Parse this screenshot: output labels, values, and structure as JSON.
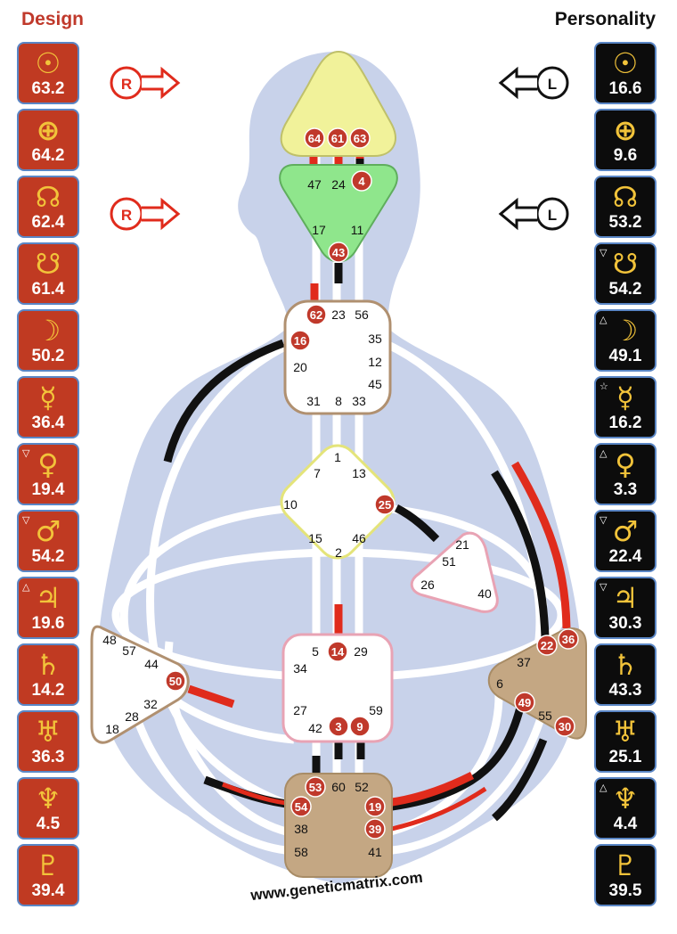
{
  "headers": {
    "design": "Design",
    "personality": "Personality"
  },
  "design": [
    {
      "icon": "sun-icon",
      "glyph": "☉",
      "value": "63.2",
      "mark": ""
    },
    {
      "icon": "earth-icon",
      "glyph": "⊕",
      "value": "64.2",
      "mark": ""
    },
    {
      "icon": "north-node-icon",
      "glyph": "☊",
      "value": "62.4",
      "mark": ""
    },
    {
      "icon": "south-node-icon",
      "glyph": "☋",
      "value": "61.4",
      "mark": ""
    },
    {
      "icon": "moon-icon",
      "glyph": "☽",
      "value": "50.2",
      "mark": ""
    },
    {
      "icon": "mercury-icon",
      "glyph": "☿",
      "value": "36.4",
      "mark": ""
    },
    {
      "icon": "venus-icon",
      "glyph": "♀",
      "value": "19.4",
      "mark": "▽"
    },
    {
      "icon": "mars-icon",
      "glyph": "♂",
      "value": "54.2",
      "mark": "▽"
    },
    {
      "icon": "jupiter-icon",
      "glyph": "♃",
      "value": "19.6",
      "mark": "△"
    },
    {
      "icon": "saturn-icon",
      "glyph": "♄",
      "value": "14.2",
      "mark": ""
    },
    {
      "icon": "uranus-icon",
      "glyph": "♅",
      "value": "36.3",
      "mark": ""
    },
    {
      "icon": "neptune-icon",
      "glyph": "♆",
      "value": "4.5",
      "mark": ""
    },
    {
      "icon": "pluto-icon",
      "glyph": "♇",
      "value": "39.4",
      "mark": ""
    }
  ],
  "personality": [
    {
      "icon": "sun-icon",
      "glyph": "☉",
      "value": "16.6",
      "mark": ""
    },
    {
      "icon": "earth-icon",
      "glyph": "⊕",
      "value": "9.6",
      "mark": ""
    },
    {
      "icon": "north-node-icon",
      "glyph": "☊",
      "value": "53.2",
      "mark": ""
    },
    {
      "icon": "south-node-icon",
      "glyph": "☋",
      "value": "54.2",
      "mark": "▽"
    },
    {
      "icon": "moon-icon",
      "glyph": "☽",
      "value": "49.1",
      "mark": "△"
    },
    {
      "icon": "mercury-icon",
      "glyph": "☿",
      "value": "16.2",
      "mark": "☆"
    },
    {
      "icon": "venus-icon",
      "glyph": "♀",
      "value": "3.3",
      "mark": "△"
    },
    {
      "icon": "mars-icon",
      "glyph": "♂",
      "value": "22.4",
      "mark": "▽"
    },
    {
      "icon": "jupiter-icon",
      "glyph": "♃",
      "value": "30.3",
      "mark": "▽"
    },
    {
      "icon": "saturn-icon",
      "glyph": "♄",
      "value": "43.3",
      "mark": ""
    },
    {
      "icon": "uranus-icon",
      "glyph": "♅",
      "value": "25.1",
      "mark": ""
    },
    {
      "icon": "neptune-icon",
      "glyph": "♆",
      "value": "4.4",
      "mark": "△"
    },
    {
      "icon": "pluto-icon",
      "glyph": "♇",
      "value": "39.5",
      "mark": ""
    }
  ],
  "arrows": {
    "design_top": "R",
    "design_bottom": "R",
    "personality_top": "L",
    "personality_bottom": "L"
  },
  "watermark": "www.geneticmatrix.com",
  "colors": {
    "design": "#c03a22",
    "personality": "#0c0c0c",
    "glyph": "#f2c33a",
    "body": "#c8d2ea",
    "head": "#f1f29a",
    "ajna": "#8fe68c",
    "centre_brown": "#c4a783",
    "tile_border": "#5a86c5"
  },
  "gates": {
    "head": [
      {
        "n": "64",
        "active": true
      },
      {
        "n": "61",
        "active": true
      },
      {
        "n": "63",
        "active": true
      }
    ],
    "ajna": [
      {
        "n": "47",
        "active": false
      },
      {
        "n": "24",
        "active": false
      },
      {
        "n": "4",
        "active": true
      },
      {
        "n": "17",
        "active": false
      },
      {
        "n": "11",
        "active": false
      },
      {
        "n": "43",
        "active": true
      }
    ],
    "throat": [
      {
        "n": "62",
        "active": true
      },
      {
        "n": "23",
        "active": false
      },
      {
        "n": "56",
        "active": false
      },
      {
        "n": "16",
        "active": true
      },
      {
        "n": "35",
        "active": false
      },
      {
        "n": "20",
        "active": false
      },
      {
        "n": "12",
        "active": false
      },
      {
        "n": "45",
        "active": false
      },
      {
        "n": "31",
        "active": false
      },
      {
        "n": "8",
        "active": false
      },
      {
        "n": "33",
        "active": false
      }
    ],
    "g": [
      {
        "n": "1",
        "active": false
      },
      {
        "n": "7",
        "active": false
      },
      {
        "n": "13",
        "active": false
      },
      {
        "n": "10",
        "active": false
      },
      {
        "n": "25",
        "active": true
      },
      {
        "n": "15",
        "active": false
      },
      {
        "n": "46",
        "active": false
      },
      {
        "n": "2",
        "active": false
      }
    ],
    "heart": [
      {
        "n": "21",
        "active": false
      },
      {
        "n": "51",
        "active": false
      },
      {
        "n": "26",
        "active": false
      },
      {
        "n": "40",
        "active": false
      }
    ],
    "sacral": [
      {
        "n": "5",
        "active": false
      },
      {
        "n": "14",
        "active": true
      },
      {
        "n": "29",
        "active": false
      },
      {
        "n": "34",
        "active": false
      },
      {
        "n": "27",
        "active": false
      },
      {
        "n": "59",
        "active": false
      },
      {
        "n": "42",
        "active": false
      },
      {
        "n": "3",
        "active": true
      },
      {
        "n": "9",
        "active": true
      }
    ],
    "spleen": [
      {
        "n": "48",
        "active": false
      },
      {
        "n": "57",
        "active": false
      },
      {
        "n": "44",
        "active": false
      },
      {
        "n": "50",
        "active": true
      },
      {
        "n": "32",
        "active": false
      },
      {
        "n": "28",
        "active": false
      },
      {
        "n": "18",
        "active": false
      }
    ],
    "solar_plexus": [
      {
        "n": "22",
        "active": true
      },
      {
        "n": "36",
        "active": true
      },
      {
        "n": "37",
        "active": false
      },
      {
        "n": "6",
        "active": false
      },
      {
        "n": "49",
        "active": true
      },
      {
        "n": "55",
        "active": false
      },
      {
        "n": "30",
        "active": true
      }
    ],
    "root": [
      {
        "n": "53",
        "active": true
      },
      {
        "n": "60",
        "active": false
      },
      {
        "n": "52",
        "active": false
      },
      {
        "n": "54",
        "active": true
      },
      {
        "n": "19",
        "active": true
      },
      {
        "n": "38",
        "active": false
      },
      {
        "n": "39",
        "active": true
      },
      {
        "n": "58",
        "active": false
      },
      {
        "n": "41",
        "active": false
      }
    ]
  }
}
